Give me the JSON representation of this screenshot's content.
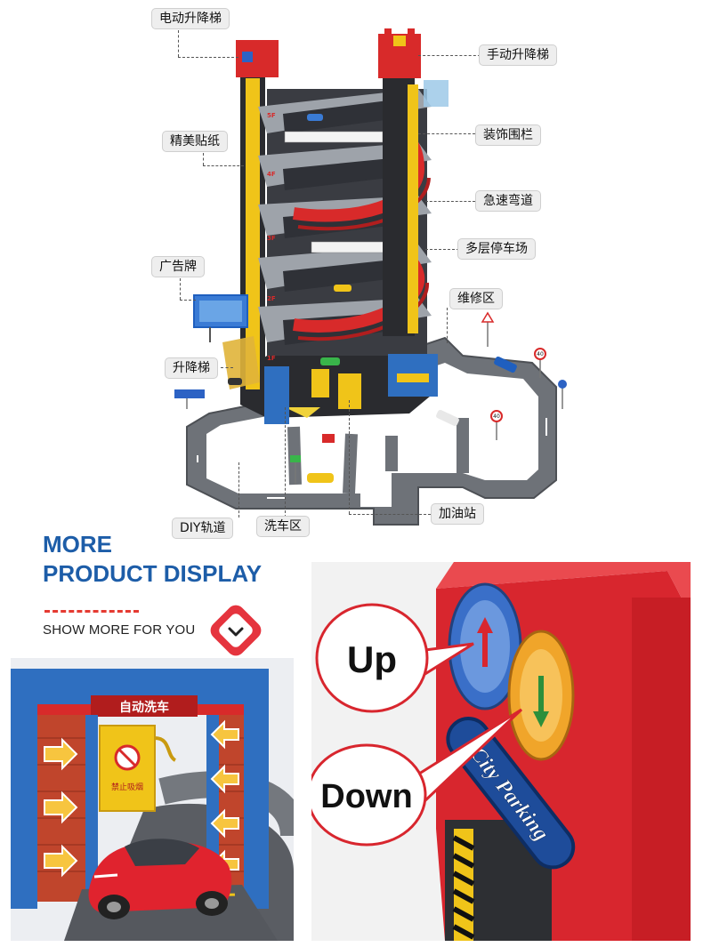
{
  "diagram": {
    "callouts": {
      "electric_lift": "电动升降梯",
      "manual_lift": "手动升降梯",
      "stickers": "精美贴纸",
      "fence": "装饰围栏",
      "sharp_curve": "急速弯道",
      "multi_level_parking": "多层停车场",
      "billboard": "广告牌",
      "repair_area": "维修区",
      "elevator": "升降梯",
      "diy_track": "DIY轨道",
      "car_wash": "洗车区",
      "gas_station": "加油站"
    },
    "floor_labels": [
      "5F",
      "4F",
      "3F",
      "2F",
      "1F"
    ],
    "sign_texts": [
      "40",
      "40"
    ]
  },
  "heading": {
    "line1": "MORE",
    "line2": "PRODUCT DISPLAY",
    "subtitle": "SHOW MORE FOR YOU"
  },
  "wash_photo": {
    "sign": "自动洗车",
    "pump_label": "禁止吸烟"
  },
  "lift_photo": {
    "up_label": "Up",
    "down_label": "Down",
    "brand_text": "City Parking"
  },
  "colors": {
    "heading_blue": "#1d5da8",
    "accent_red": "#e5343e",
    "tower_red": "#d82a2a",
    "track_gray": "#6e7278",
    "wash_blue": "#2f6fc0"
  }
}
